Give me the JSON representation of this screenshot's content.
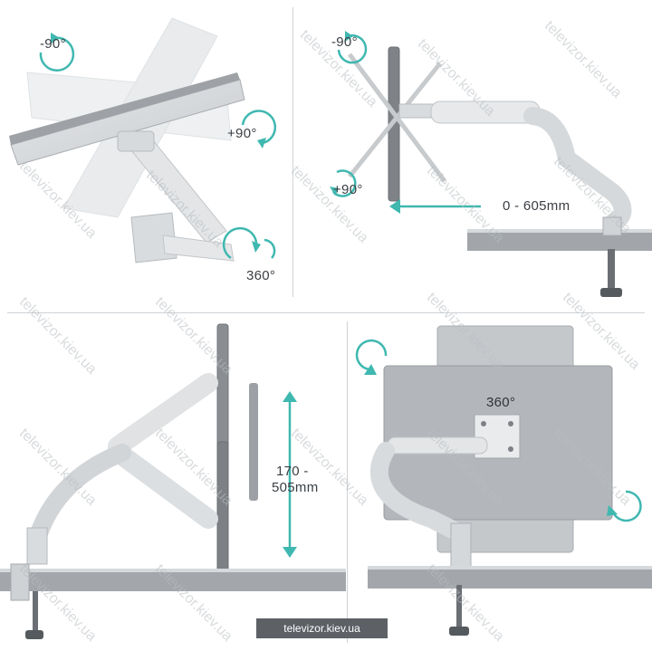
{
  "panels": {
    "top_left": {
      "rot_left": "-90°",
      "rot_right": "+90°",
      "swivel": "360°"
    },
    "top_right": {
      "rot_top": "-90°",
      "rot_bottom": "+90°",
      "extension": "0 - 605mm"
    },
    "bottom_left": {
      "height_line1": "170 -",
      "height_line2": "505mm"
    },
    "bottom_right": {
      "rotation": "360°"
    }
  },
  "watermark": "televizor.kiev.ua",
  "badge": "televizor.kiev.ua",
  "colors": {
    "accent": "#3fb8b0",
    "metal": "#cdd0d3",
    "desk": "#9a9ea2",
    "divider": "#cfd3d6"
  }
}
